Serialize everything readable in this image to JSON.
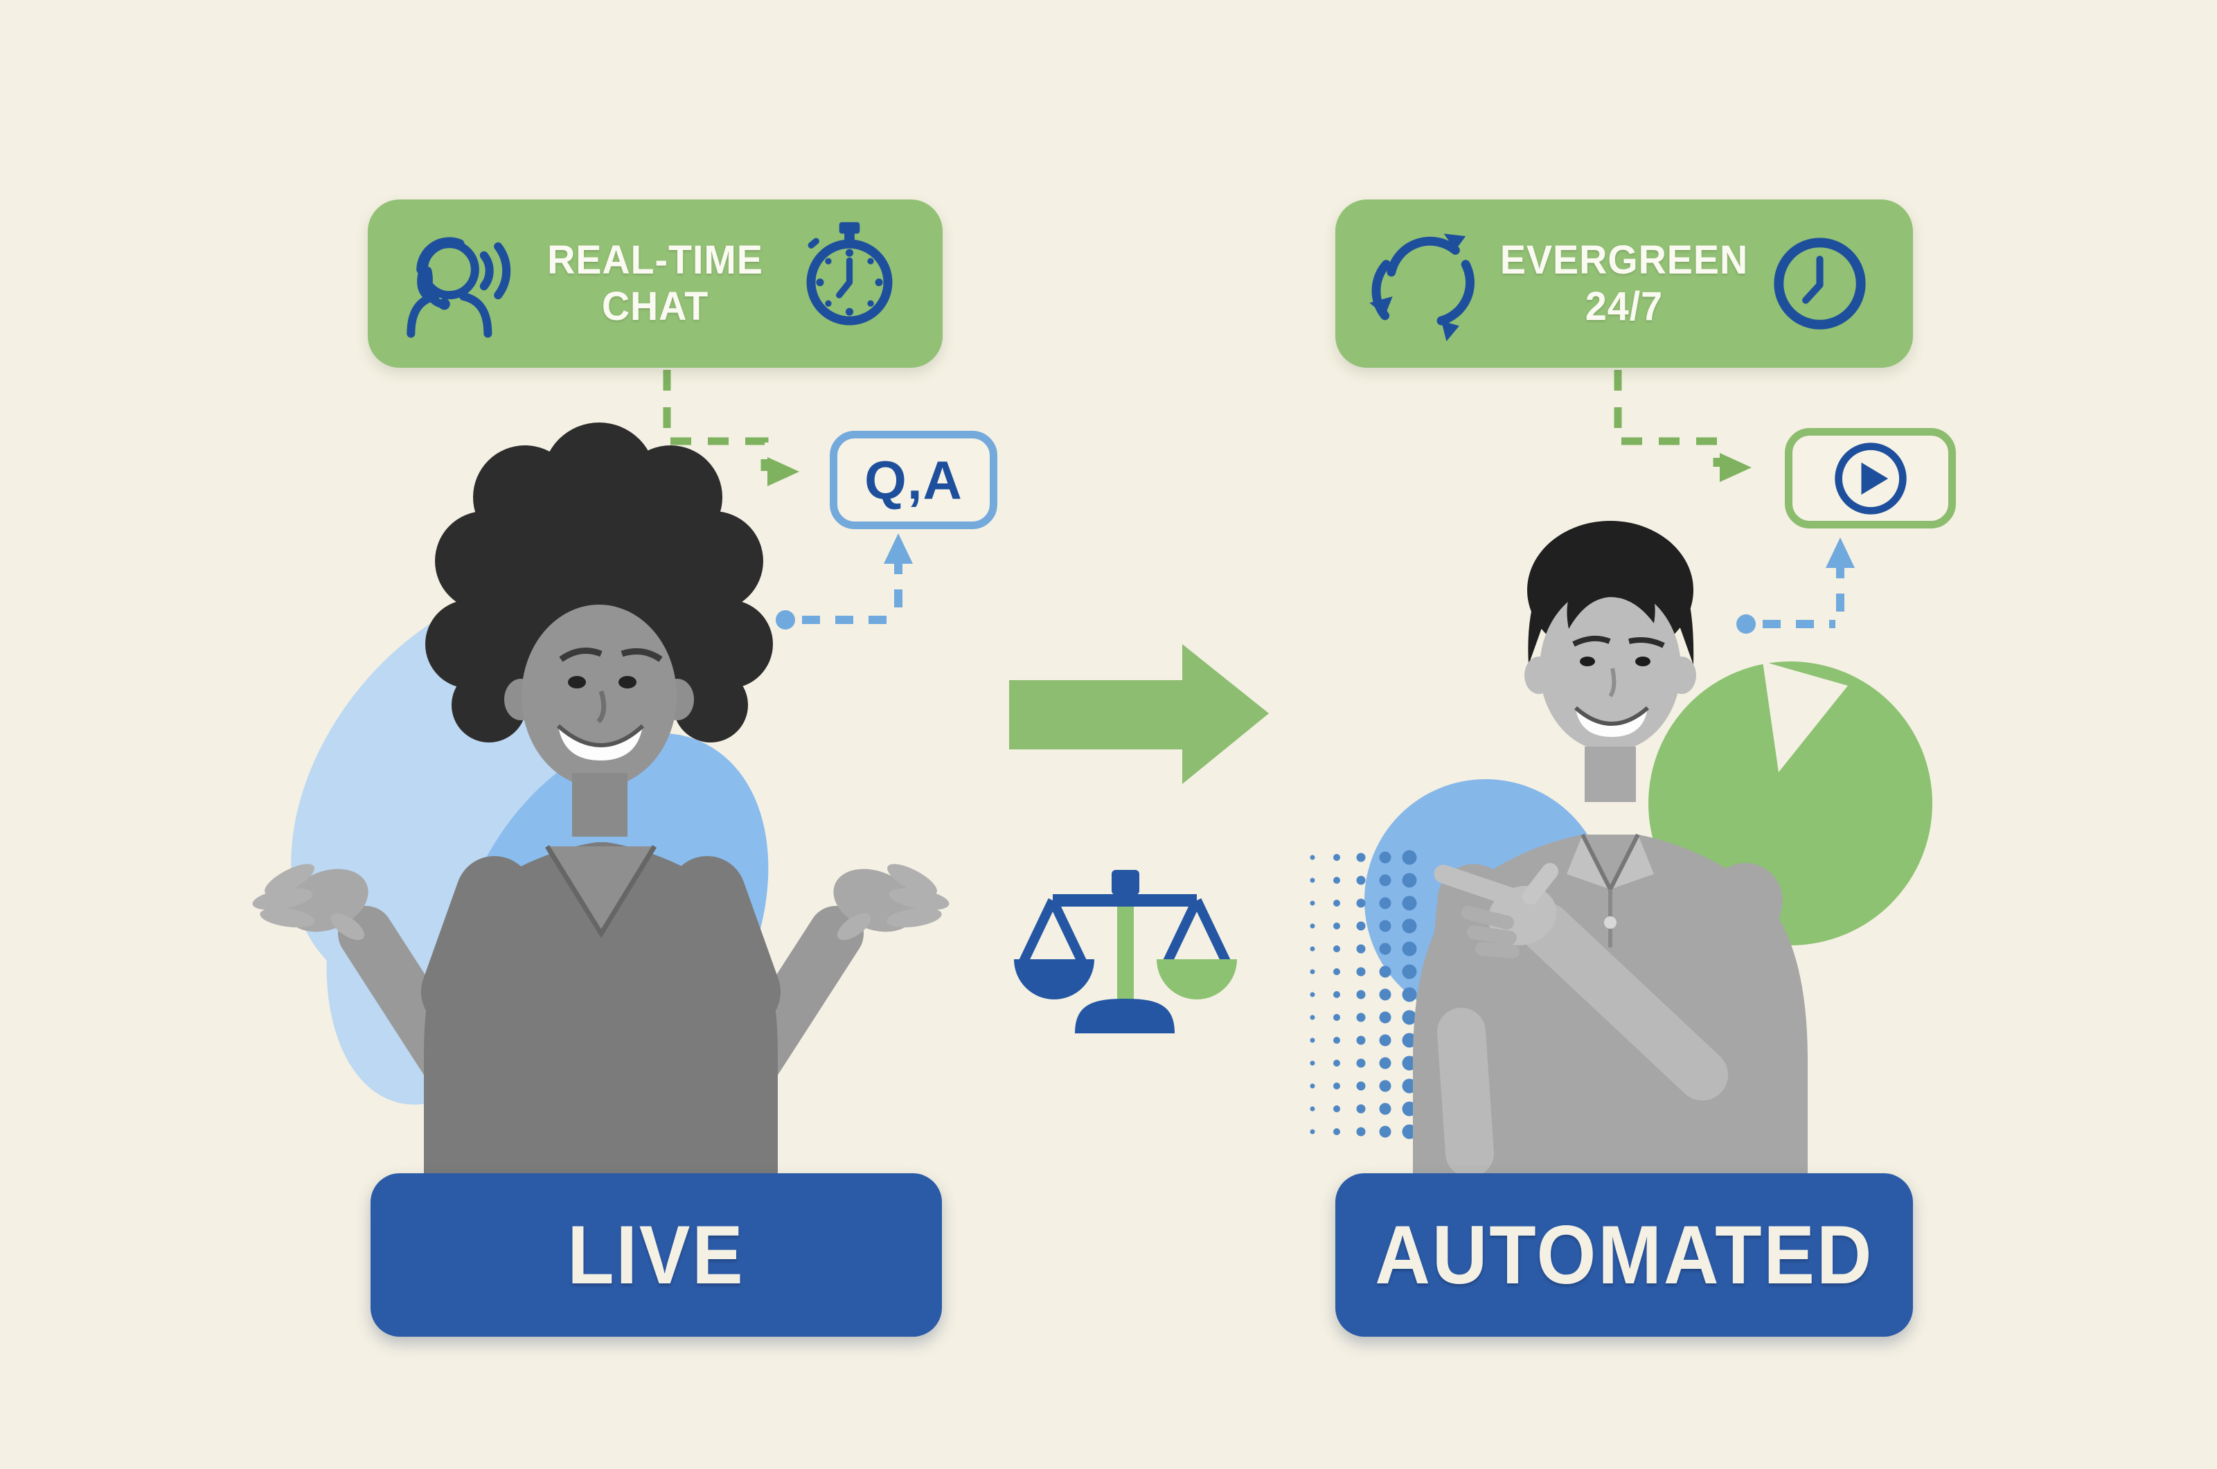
{
  "page": {
    "background_color": "#f4f0e3",
    "theme": {
      "banner_green": "#92c075",
      "label_blue": "#2b5aa6",
      "icon_dark_blue": "#1e4f9c",
      "light_blue": "#74a9dc",
      "dash_green": "#7eb25f",
      "blob_light_blue": "#bcd8f2",
      "blob_medium_blue": "#8abced",
      "blob_green": "#8cc271",
      "halftone_dot_blue": "#4f87c5"
    }
  },
  "left_panel": {
    "banner": {
      "text": "REAL-TIME CHAT",
      "icon_left": "support-agent-icon",
      "icon_right": "stopwatch-icon"
    },
    "qa_badge": {
      "text": "Q,A"
    },
    "figure": "woman-shrugging-grayscale-photo-collage",
    "category_label": {
      "text": "LIVE"
    }
  },
  "right_panel": {
    "banner": {
      "text": "EVERGREEN 24/7",
      "icon_left": "recycle-icon",
      "icon_right": "clock-icon"
    },
    "play_badge": {
      "icon": "play-icon"
    },
    "figure": "man-pointing-grayscale-photo-collage",
    "category_label": {
      "text": "AUTOMATED"
    }
  },
  "center": {
    "arrow_icon": "right-arrow-icon",
    "balance_icon": "balance-scale-icon"
  }
}
